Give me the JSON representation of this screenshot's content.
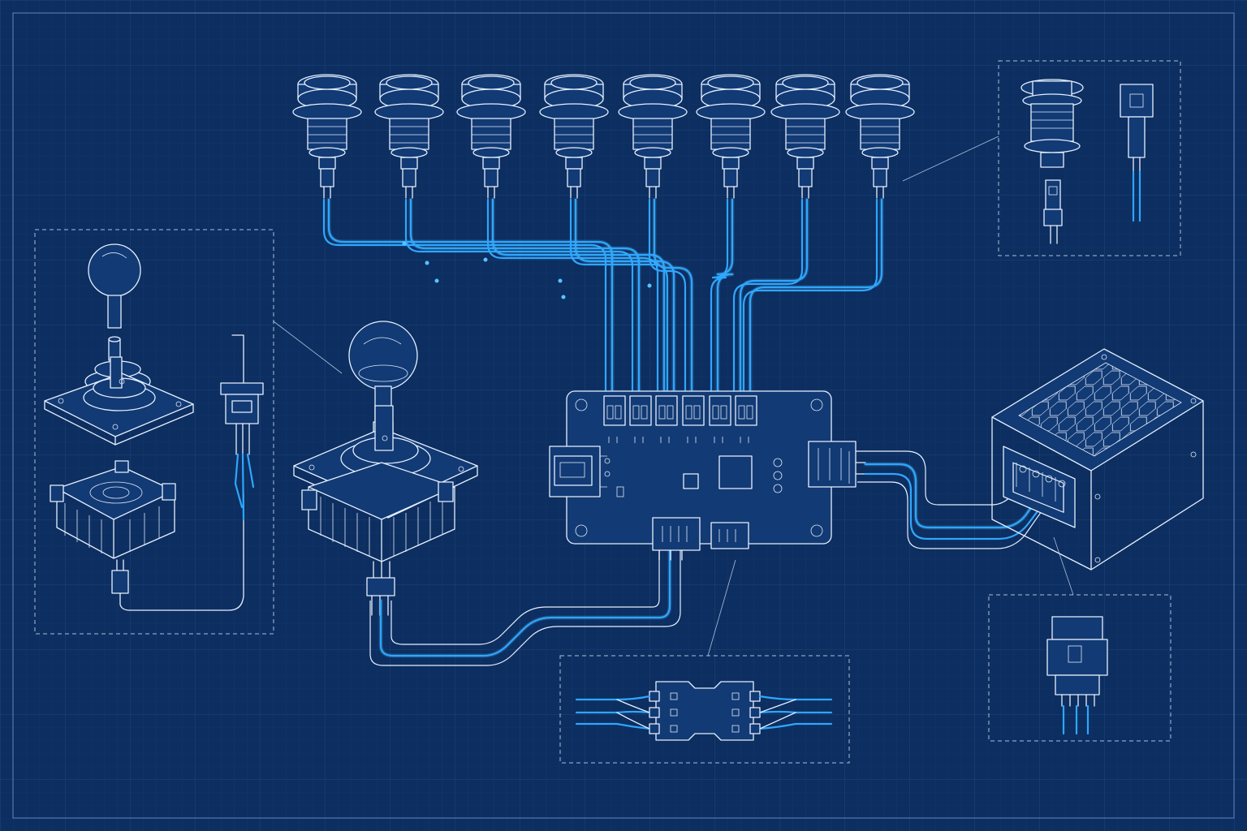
{
  "diagram": {
    "colors": {
      "background": "#0d2e60",
      "grid_minor": "#15396f",
      "grid_major": "#1b4580",
      "linework": "#e6f0ff",
      "wire": "#2ea7ff"
    },
    "components": [
      "arcade-push-button",
      "arcade-joystick",
      "usb-encoder-board",
      "power-supply-unit",
      "wire-harness-connector"
    ],
    "button_count": 8,
    "detail_views": [
      "joystick-exploded-detail",
      "button-detail",
      "connector-detail",
      "psu-connector-detail"
    ]
  }
}
